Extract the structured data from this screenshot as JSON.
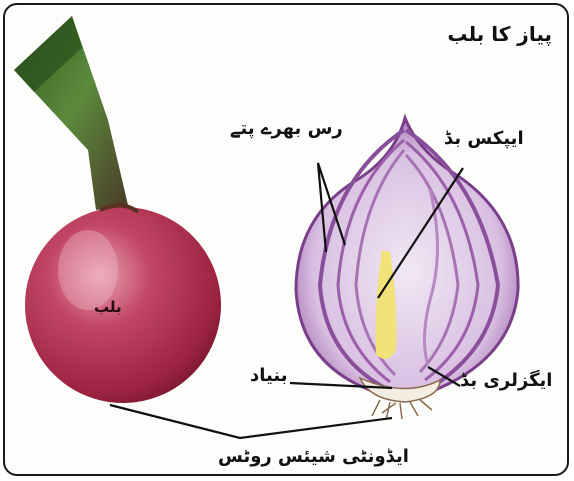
{
  "title": "پیاز کا بلب",
  "labels": {
    "bulb": "بلب",
    "fleshy_scales": "رس بھرے پتے",
    "apex_bud": "ایپکس بڈ",
    "base": "بنیاد",
    "axillary_bud": "ایگزلری بڈ",
    "adventitious_roots": "ایڈونٹی شیئس روٹس"
  },
  "colors": {
    "bulb_skin": "#b2314f",
    "stem_green": "#3d6b2a",
    "section_purple": "#8a4f9a",
    "section_light": "#e9dcef",
    "apex_yellow": "#f2e27a",
    "leader_line": "#111111"
  }
}
